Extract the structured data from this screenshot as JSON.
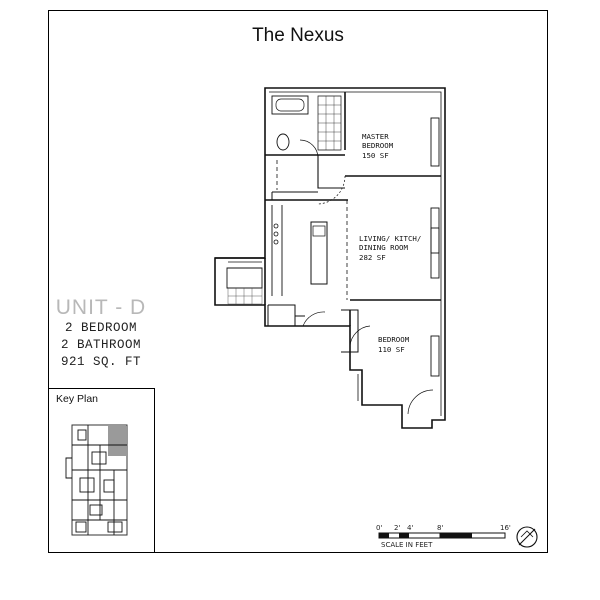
{
  "title": "The Nexus",
  "unit": {
    "title": "UNIT - D",
    "bedrooms": "2 BEDROOM",
    "bathrooms": "2 BATHROOM",
    "area": "921 SQ. FT"
  },
  "key_plan": {
    "label": "Key Plan"
  },
  "rooms": {
    "master": {
      "line1": "MASTER",
      "line2": "BEDROOM",
      "line3": "150 SF"
    },
    "living": {
      "line1": "LIVING/ KITCH/",
      "line2": "DINING ROOM",
      "line3": "282 SF"
    },
    "bedroom": {
      "line1": "BEDROOM",
      "line2": "110 SF"
    }
  },
  "scale": {
    "ticks": [
      "0'",
      "2'",
      "4'",
      "8'",
      "16'"
    ],
    "label": "SCALE IN FEET"
  },
  "north_arrow": {
    "icon": "north-arrow-icon"
  }
}
